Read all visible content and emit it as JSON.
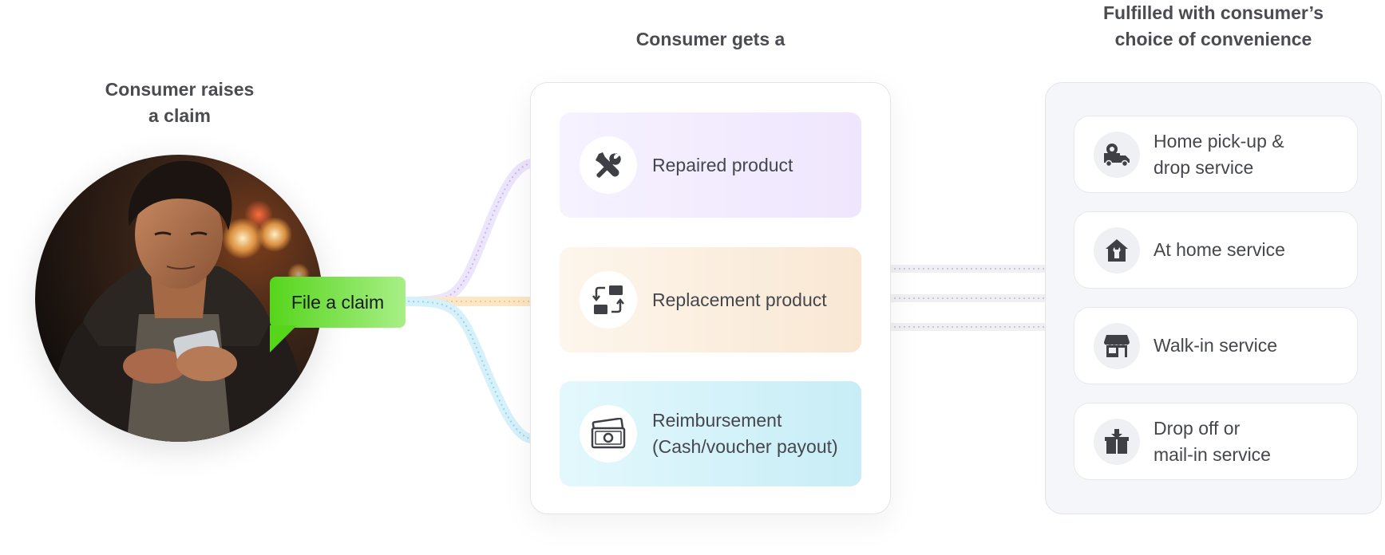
{
  "headings": {
    "claim": "Consumer raises\na claim",
    "outcome": "Consumer gets a",
    "fulfillment": "Fulfilled with consumer’s\nchoice of convenience"
  },
  "claim_button": {
    "label": "File a claim",
    "color": "#56d51b"
  },
  "outcomes": [
    {
      "label": "Repaired product",
      "icon": "tools-icon",
      "color": "#efe6fd"
    },
    {
      "label": "Replacement product",
      "icon": "swap-icon",
      "color": "#f9e7d3"
    },
    {
      "label": "Reimbursement\n(Cash/voucher payout)",
      "icon": "cash-icon",
      "color": "#c8edf6"
    }
  ],
  "fulfillment_options": [
    {
      "label": "Home pick-up &\ndrop service",
      "icon": "delivery-truck-icon"
    },
    {
      "label": "At home service",
      "icon": "home-repair-icon"
    },
    {
      "label": "Walk-in service",
      "icon": "storefront-icon"
    },
    {
      "label": "Drop off or\nmail-in service",
      "icon": "parcel-box-icon"
    }
  ]
}
